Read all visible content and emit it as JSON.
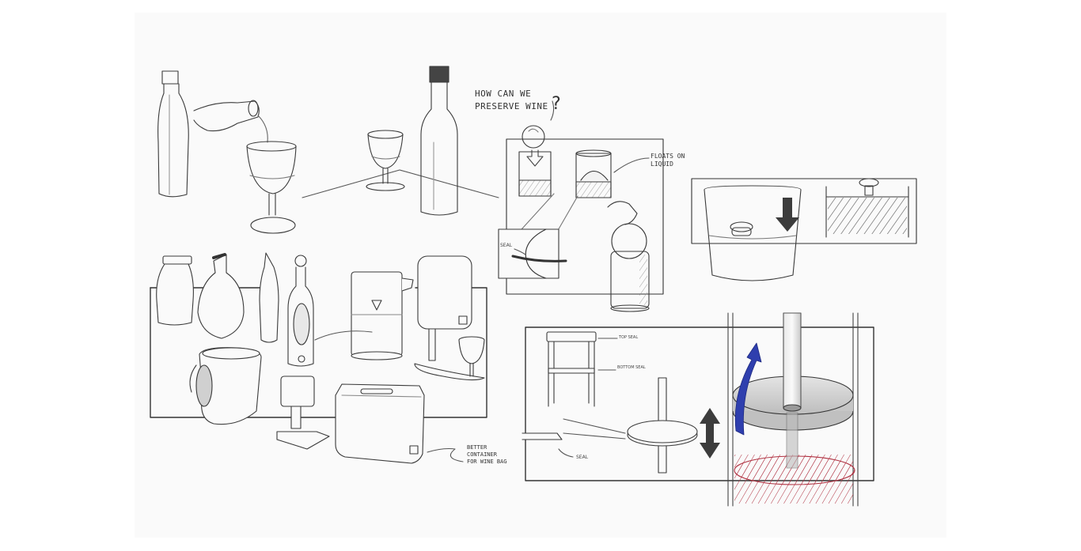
{
  "title": {
    "line1": "HOW CAN WE",
    "line2": "PRESERVE WINE",
    "qmark": "?"
  },
  "annotations": {
    "floats_line1": "FLOATS ON",
    "floats_line2": "LIQUID",
    "seal_detail": "SEAL",
    "top_seal": "TOP SEAL",
    "bottom_seal": "BOTTOM SEAL",
    "seal_disc": "SEAL",
    "container_line1": "BETTER",
    "container_line2": "CONTAINER",
    "container_line3": "FOR WINE BAG"
  },
  "colors": {
    "paper": "#fafafa",
    "pencil": "#3a3a3a",
    "pencil_light": "#9a9a9a",
    "arrow_dark": "#3c3c3c",
    "arrow_blue": "#2f3fae",
    "hatch_red": "#b03040"
  },
  "icons": [
    "down-arrow-icon",
    "double-arrow-icon",
    "blue-up-arrow-icon"
  ]
}
